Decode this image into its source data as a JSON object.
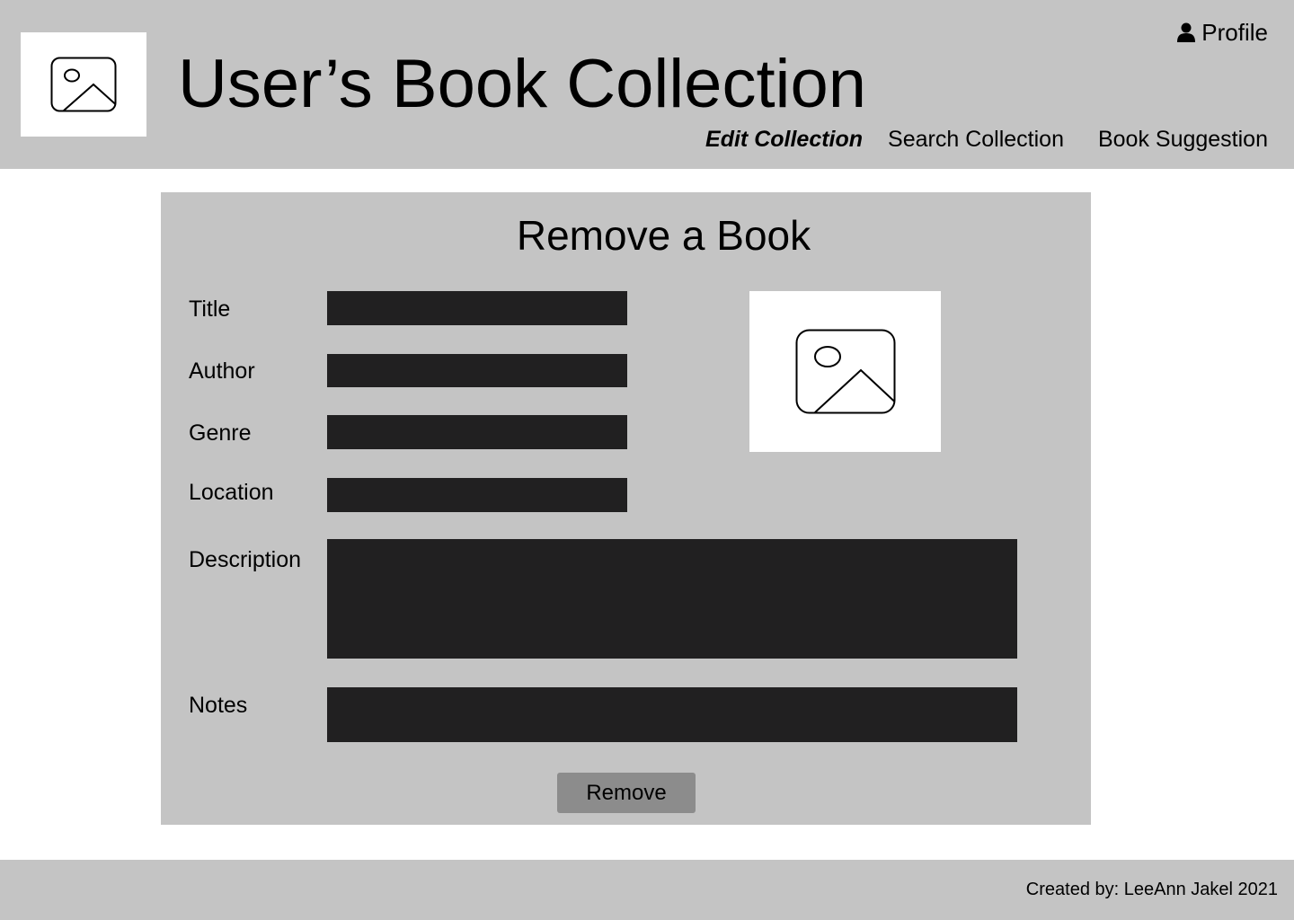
{
  "header": {
    "title": "User’s Book Collection",
    "profile_label": "Profile",
    "nav": [
      {
        "label": "Edit Collection",
        "active": true
      },
      {
        "label": "Search Collection",
        "active": false
      },
      {
        "label": "Book Suggestion",
        "active": false
      }
    ]
  },
  "form": {
    "heading": "Remove a Book",
    "fields": {
      "title": {
        "label": "Title",
        "value": ""
      },
      "author": {
        "label": "Author",
        "value": ""
      },
      "genre": {
        "label": "Genre",
        "value": ""
      },
      "location": {
        "label": "Location",
        "value": ""
      },
      "description": {
        "label": "Description",
        "value": ""
      },
      "notes": {
        "label": "Notes",
        "value": ""
      }
    },
    "remove_label": "Remove"
  },
  "footer": {
    "credit": "Created by: LeeAnn Jakel 2021"
  },
  "icons": {
    "logo": "image-placeholder-icon",
    "cover": "image-placeholder-icon",
    "profile": "user-icon"
  },
  "colors": {
    "panel": "#c4c4c4",
    "field": "#212021",
    "button": "#8c8c8c"
  }
}
